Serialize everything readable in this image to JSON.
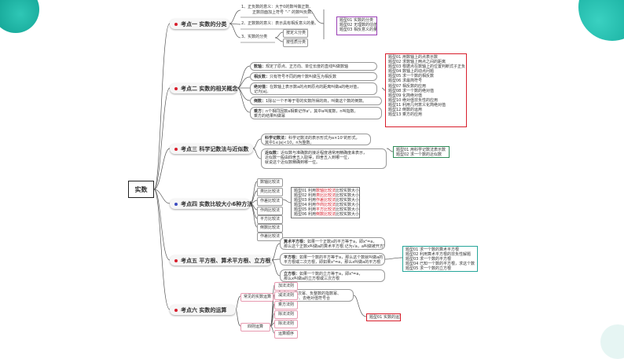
{
  "root": {
    "label": "实数"
  },
  "topics": [
    {
      "label": "考点一 实数的分类",
      "notes": [
        [
          "1、正负数的意义：大于0的数叫做正数,",
          "正数前面加上符号 “-” 的数叫负数。"
        ],
        [
          "2、正数数的意义：表示具有相反意义的量。"
        ],
        [
          "3、实数的分类"
        ]
      ],
      "sub": [
        "按定义分类",
        "按性质分类"
      ],
      "questions": [
        "题型01 实数的分类",
        "题型02 无理数的估值",
        "题型03 相反意义的量"
      ]
    },
    {
      "label": "考点二 实数的相关概念",
      "concepts": [
        {
          "term": "数轴：",
          "text": [
            "规定了原点、正方向、单位长度的直线叫做数轴"
          ]
        },
        {
          "term": "相反数：",
          "text": [
            "只有符号不同的两个数叫做互为相反数"
          ]
        },
        {
          "term": "绝对值：",
          "text": [
            "在数轴上表示数a的点到原点的距离叫做a的绝对值，",
            "记为|a|。"
          ]
        },
        {
          "term": "倒数：",
          "text": [
            "1除以一个不等于零的实数所得的商，叫做这个数的倒数。"
          ]
        },
        {
          "term": "乘方：",
          "text": [
            "n个相同因数a相乘记作aⁿ，其中a叫底数，n叫指数。",
            "乘方的结果叫做幂"
          ]
        }
      ],
      "questions": [
        "题型01 用数轴上的点表示数",
        "题型02 求数轴上两点之间的距离",
        "题型03 根据点在数轴上的位置判断式子正负",
        "题型04 数轴上的动点问题",
        "题型05 求一个数的相反数",
        "题型06 求最简符号",
        "题型07 相反数的应用",
        "题型08 求一个数的绝对值",
        "题型09 化简绝对值",
        "题型10 绝对值非负性的应用",
        "题型11 利用几何意义化简绝对值",
        "题型12 倒数的运用",
        "题型13 乘方的应用"
      ]
    },
    {
      "label": "考点三 科学记数法与近似数",
      "sci": {
        "term": "科学记数法：",
        "text": [
          "科学记数法的表示形式为a×10ⁿ的形式，",
          "其中1≤|a|<10，n为整数。"
        ]
      },
      "approx": {
        "term": "近似数：",
        "text": [
          "近似数与准确数的接近程度通常用精确度来表示，",
          "近似数一般由四舍五入取得，四舍五入到哪一位，",
          "就说这个近似数精确到哪一位。"
        ]
      },
      "questions": [
        "题型01 用科学记数法表示数",
        "题型02 求一个数的近似数"
      ]
    },
    {
      "label": "考点四 实数比较大小6种方法",
      "methods": [
        "数轴比较法",
        "类比比较法",
        "作差比较法",
        "作商比较法",
        "平方比较法",
        "倒数比较法",
        "作差比较法"
      ],
      "questions": [
        {
          "pre": "题型01 利用",
          "hl": "数轴比较法",
          "post": "比较实数大小"
        },
        {
          "pre": "题型02 利用",
          "hl": "类比比较法",
          "post": "比较实数大小"
        },
        {
          "pre": "题型03 利用",
          "hl": "作差比较法",
          "post": "比较实数大小"
        },
        {
          "pre": "题型04 利用",
          "hl": "作商比较法",
          "post": "比较实数大小"
        },
        {
          "pre": "题型05 利用",
          "hl": "平方比较法",
          "post": "比较实数大小"
        },
        {
          "pre": "题型06 利用",
          "hl": "倒数比较法",
          "post": "比较实数大小"
        }
      ]
    },
    {
      "label": "考点五 平方根、算术平方根、立方根",
      "defs": [
        {
          "term": "算术平方根：",
          "text": [
            "如果一个正数x的平方等于a，即x²=a，",
            "那么这个正数x叫做a的算术平方根.记为√a，a叫做被开方数"
          ]
        },
        {
          "term": "平方根：",
          "text": [
            "如果一个数的平方等于a，那么这个数就叫做a的",
            "平方根或二次方根，即如果x²=a，那么x叫做a的平方根"
          ]
        },
        {
          "term": "立方根：",
          "text": [
            "如果一个数的立方等于a，即x³=a，",
            "那么x叫做a的立方根或三次方根"
          ]
        }
      ],
      "questions": [
        "题型01 求一个数的算术平方根",
        "题型02 利用算术平方根的非负性解题",
        "题型03 求一个数的平方根",
        "题型04 已知一个数的平方根，求这个数",
        "题型05 求一个数的立方根"
      ]
    },
    {
      "label": "考点六 实数的运算",
      "common": "常见的实数运算",
      "common_text": [
        "乘方、零次幂、负整数的指数幂、",
        "去括号、去绝对值符号合"
      ],
      "four": "四则运算",
      "ops": [
        "加法法则",
        "减法法则",
        "乘方法则",
        "除法法则",
        "除法法则",
        "运算顺序"
      ],
      "questions": [
        "题型01 实数的运算"
      ]
    }
  ],
  "colors": {
    "accent_red": "#d81e2c",
    "accent_blue": "#3b4cc0",
    "teal": "#19b0a1"
  }
}
